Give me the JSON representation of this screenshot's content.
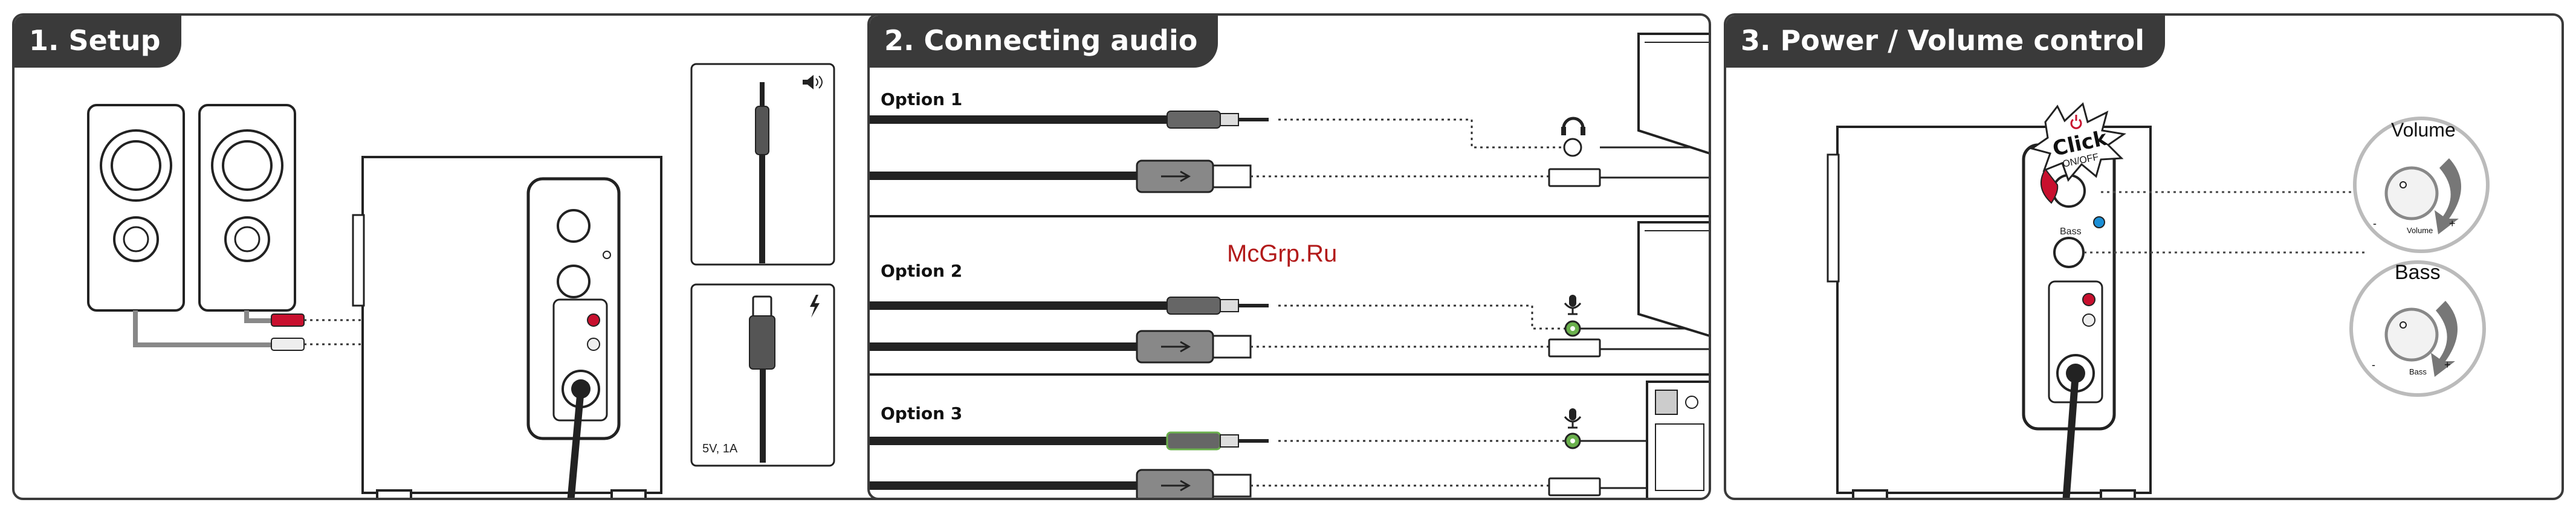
{
  "panels": [
    {
      "number": "1.",
      "title": "Setup"
    },
    {
      "number": "2.",
      "title": "Connecting audio"
    },
    {
      "number": "3.",
      "title": "Power / Volume control"
    }
  ],
  "setup": {
    "power_spec": "5V, 1A",
    "icons": [
      "speaker-volume-icon",
      "lightning-icon"
    ]
  },
  "connecting_audio": {
    "options": [
      "Option 1",
      "Option 2",
      "Option 3"
    ],
    "icons": [
      "headphones-icon",
      "microphone-icon",
      "usb-icon"
    ]
  },
  "power_volume": {
    "click_label": "Click",
    "onoff_label": "ON/OFF",
    "bass_label": "Bass",
    "volume_knob_title": "Volume",
    "volume_knob_caption": "Volume",
    "bass_knob_title": "Bass",
    "bass_knob_caption": "Bass",
    "minus": "-",
    "plus": "+"
  },
  "watermark": "McGrp.Ru",
  "colors": {
    "panel_border": "#3a3a3a",
    "audio_red": "#c8102e",
    "audio_green": "#6ab04c",
    "accent_blue": "#1b8fd6"
  }
}
